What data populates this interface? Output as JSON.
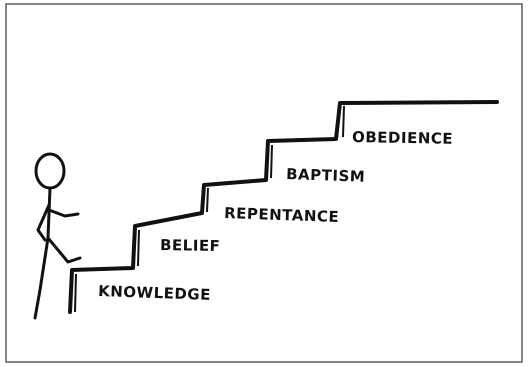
{
  "diagram": {
    "steps": [
      {
        "label": "KNOWLEDGE"
      },
      {
        "label": "BELIEF"
      },
      {
        "label": "REPENTANCE"
      },
      {
        "label": "BAPTISM"
      },
      {
        "label": "OBEDIENCE"
      }
    ],
    "colors": {
      "ink": "#111111",
      "border": "#333333",
      "background": "#ffffff"
    }
  }
}
